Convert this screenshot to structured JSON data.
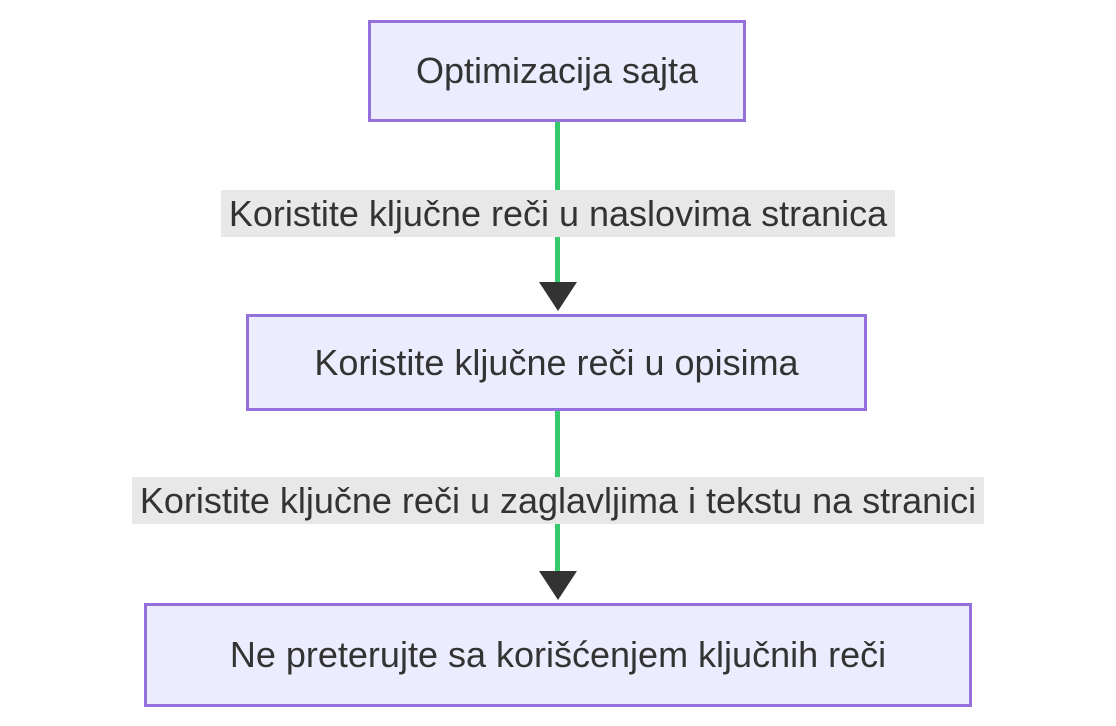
{
  "diagram": {
    "type": "flowchart",
    "direction": "top-down",
    "nodes": [
      {
        "id": "node-1",
        "label": "Optimizacija sajta"
      },
      {
        "id": "node-2",
        "label": "Koristite ključne reči u opisima"
      },
      {
        "id": "node-3",
        "label": "Ne preterujte sa korišćenjem ključnih reči"
      }
    ],
    "edges": [
      {
        "from": "node-1",
        "to": "node-2",
        "label": "Koristite ključne reči u naslovima stranica"
      },
      {
        "from": "node-2",
        "to": "node-3",
        "label": "Koristite ključne reči u zaglavljima i tekstu na stranici"
      }
    ],
    "colors": {
      "node_fill": "#ECECFF",
      "node_border": "#9370DB",
      "text": "#333333",
      "edge_label_bg": "#e8e8e8",
      "arrow_line": "#35c96e",
      "arrow_head": "#333333",
      "background": "#ffffff"
    }
  }
}
